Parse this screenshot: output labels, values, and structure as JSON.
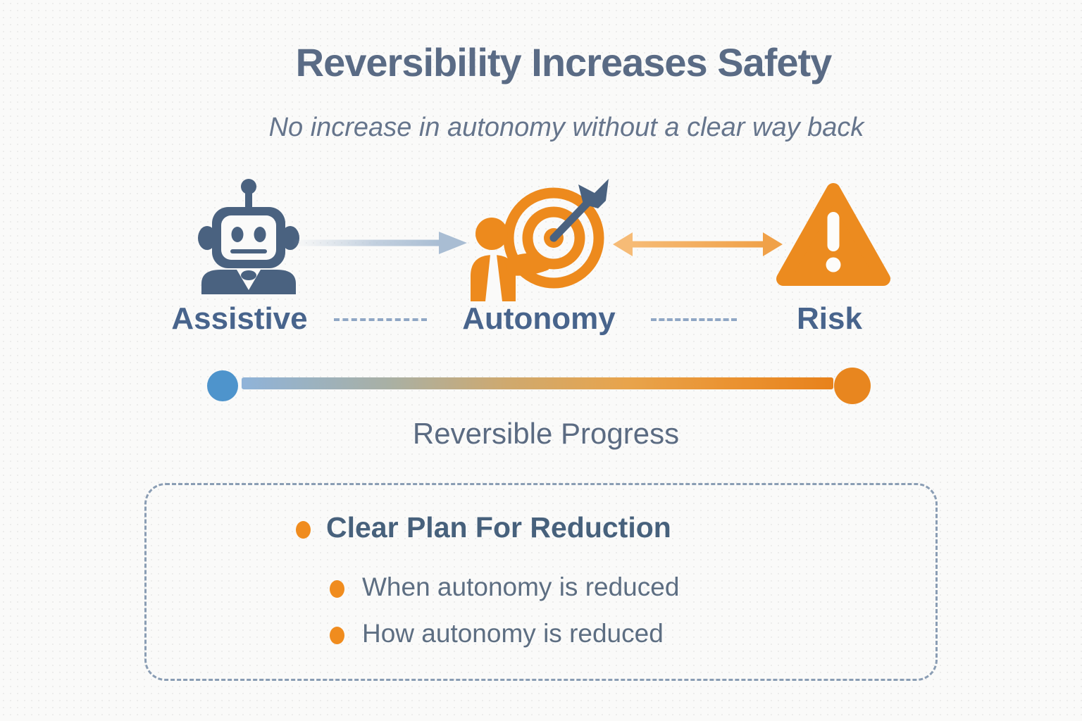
{
  "title": "Reversibility Increases Safety",
  "subtitle": "No increase in autonomy without a clear way back",
  "colors": {
    "slate_icon": "#4a6280",
    "orange_icon": "#ed8a1d",
    "label_blue": "#48648c",
    "arrow_gray": "#a9bdd3",
    "arrow_orange": "#f2a44e",
    "progress_start_dot": "#4e94cc",
    "progress_end_dot": "#e8861f",
    "bullet_orange": "#f08c1e"
  },
  "stages": [
    {
      "label": "Assistive",
      "icon": "robot-icon"
    },
    {
      "label": "Autonomy",
      "icon": "target-icon"
    },
    {
      "label": "Risk",
      "icon": "warning-triangle-icon"
    }
  ],
  "progress": {
    "label": "Reversible Progress"
  },
  "plan_box": {
    "heading": "Clear Plan For Reduction",
    "items": [
      "When autonomy is reduced",
      "How autonomy is reduced"
    ]
  }
}
